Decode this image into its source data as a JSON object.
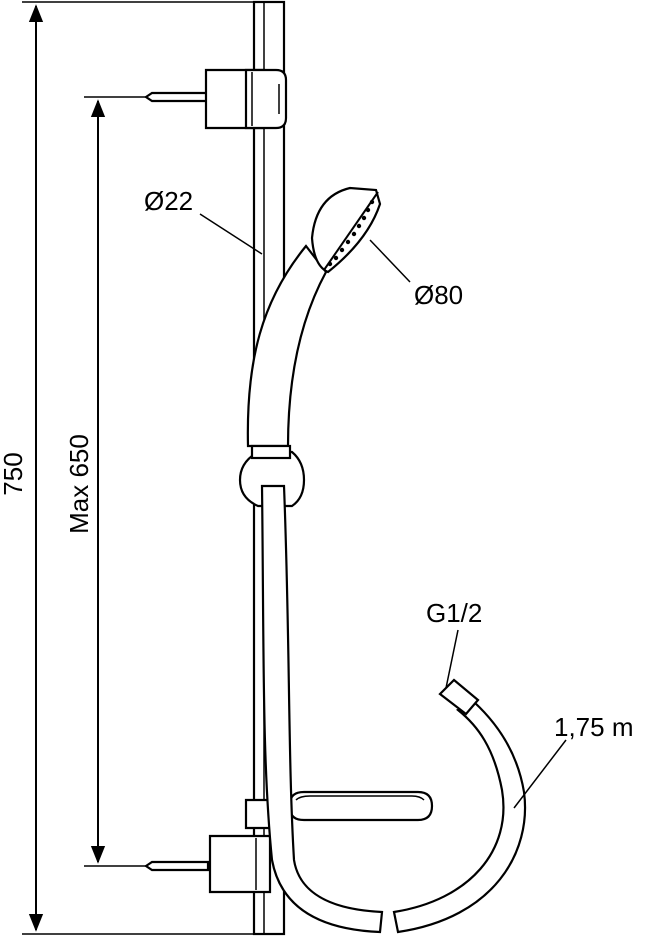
{
  "diagram": {
    "dimensions": {
      "total_height": "750",
      "max_adjust": "Max 650",
      "rail_diameter": "Ø22",
      "head_diameter": "Ø80",
      "hose_connection": "G1/2",
      "hose_length": "1,75 m"
    },
    "parts": [
      "slide-rail",
      "upper-wall-bracket",
      "lower-wall-bracket",
      "hand-shower",
      "slider-holder",
      "soap-dish",
      "shower-hose"
    ]
  }
}
